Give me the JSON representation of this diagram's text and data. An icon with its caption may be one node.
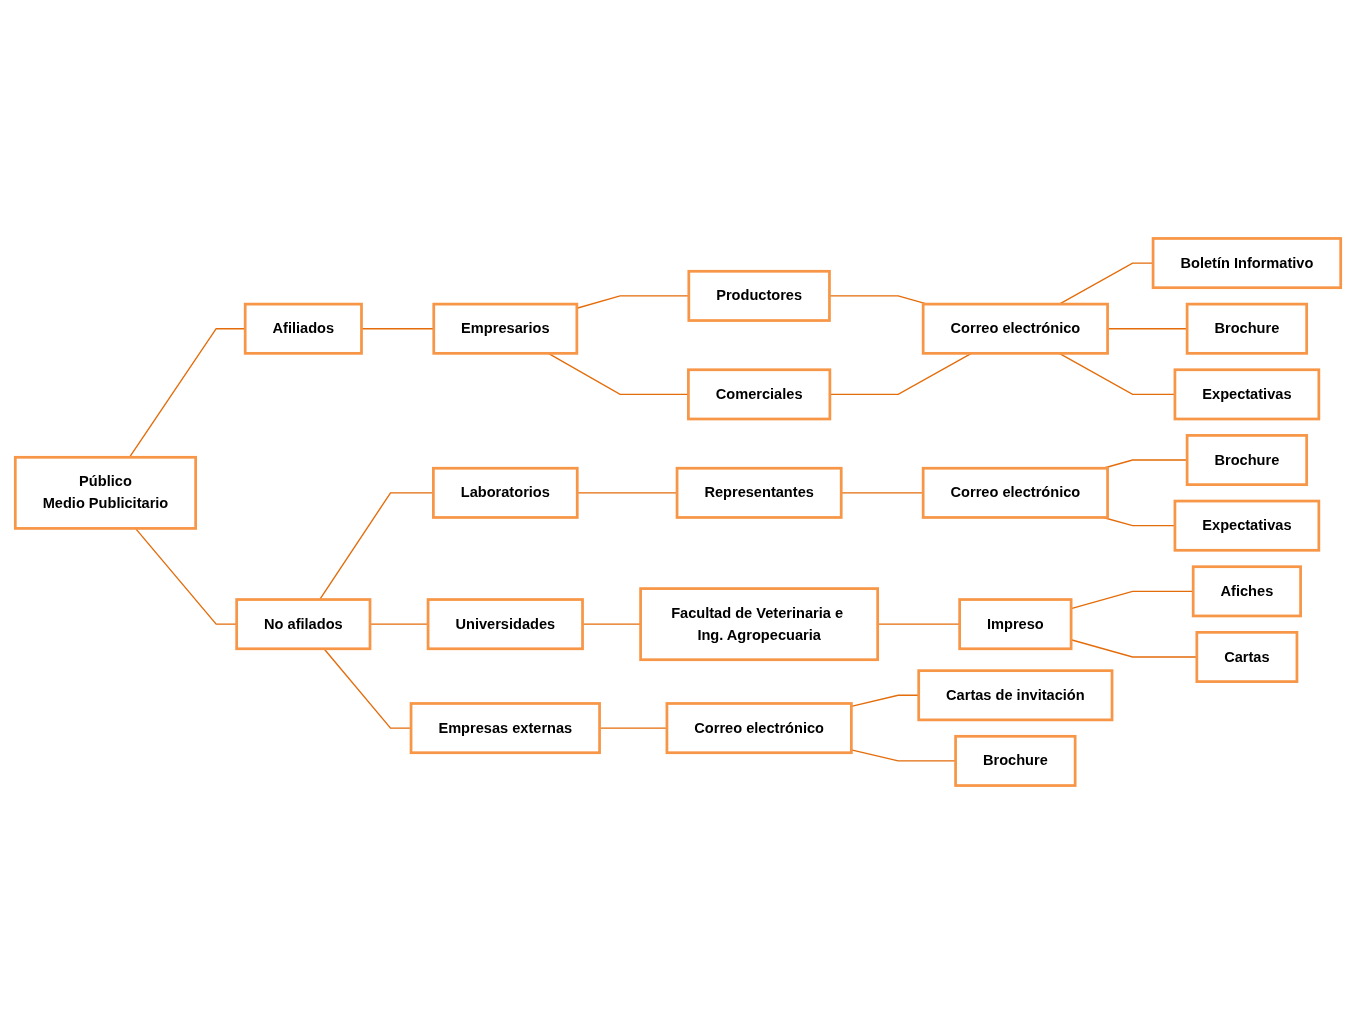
{
  "diagram": {
    "nodes": [
      {
        "text": [
          "Público",
          "Medio Publicitario"
        ]
      },
      {
        "text": [
          "Afiliados"
        ]
      },
      {
        "text": [
          "Empresarios"
        ]
      },
      {
        "text": [
          "Productores"
        ]
      },
      {
        "text": [
          "Comerciales"
        ]
      },
      {
        "text": [
          "Correo electrónico"
        ]
      },
      {
        "text": [
          "Boletín Informativo"
        ]
      },
      {
        "text": [
          "Brochure"
        ]
      },
      {
        "text": [
          "Expectativas"
        ]
      },
      {
        "text": [
          "No afilados"
        ]
      },
      {
        "text": [
          "Laboratorios"
        ]
      },
      {
        "text": [
          "Representantes"
        ]
      },
      {
        "text": [
          "Correo electrónico"
        ]
      },
      {
        "text": [
          "Brochure"
        ]
      },
      {
        "text": [
          "Expectativas"
        ]
      },
      {
        "text": [
          "Universidades"
        ]
      },
      {
        "text": [
          "Facultad de Veterinaria e Ing. Agropecuaria"
        ]
      },
      {
        "text": [
          "Impreso"
        ]
      },
      {
        "text": [
          "Afiches"
        ]
      },
      {
        "text": [
          "Cartas"
        ]
      },
      {
        "text": [
          "Empresas externas"
        ]
      },
      {
        "text": [
          "Correo electrónico"
        ]
      },
      {
        "text": [
          "Cartas de invitación"
        ]
      },
      {
        "text": [
          "Brochure"
        ]
      }
    ],
    "edges": [
      {
        "from": 0,
        "to": 1,
        "arrow": "none"
      },
      {
        "from": 0,
        "to": 9,
        "arrow": "none"
      },
      {
        "from": 1,
        "to": 2,
        "arrow": "none"
      },
      {
        "from": 2,
        "to": 3,
        "arrow": "none"
      },
      {
        "from": 2,
        "to": 4,
        "arrow": "none"
      },
      {
        "from": 3,
        "to": 5,
        "arrow": "none"
      },
      {
        "from": 4,
        "to": 5,
        "arrow": "none"
      },
      {
        "from": 5,
        "to": 6,
        "arrow": "none"
      },
      {
        "from": 5,
        "to": 7,
        "arrow": "none"
      },
      {
        "from": 5,
        "to": 8,
        "arrow": "none"
      },
      {
        "from": 9,
        "to": 10,
        "arrow": "none"
      },
      {
        "from": 10,
        "to": 11,
        "arrow": "none"
      },
      {
        "from": 11,
        "to": 12,
        "arrow": "none"
      },
      {
        "from": 12,
        "to": 13,
        "arrow": "none"
      },
      {
        "from": 12,
        "to": 14,
        "arrow": "none"
      },
      {
        "from": 9,
        "to": 15,
        "arrow": "none"
      },
      {
        "from": 15,
        "to": 16,
        "arrow": "none"
      },
      {
        "from": 16,
        "to": 17,
        "arrow": "none"
      },
      {
        "from": 17,
        "to": 18,
        "arrow": "none"
      },
      {
        "from": 17,
        "to": 19,
        "arrow": "none"
      },
      {
        "from": 9,
        "to": 20,
        "arrow": "none"
      },
      {
        "from": 20,
        "to": 21,
        "arrow": "none"
      },
      {
        "from": 21,
        "to": 22,
        "arrow": "none"
      },
      {
        "from": 21,
        "to": 23,
        "arrow": "none"
      }
    ]
  }
}
